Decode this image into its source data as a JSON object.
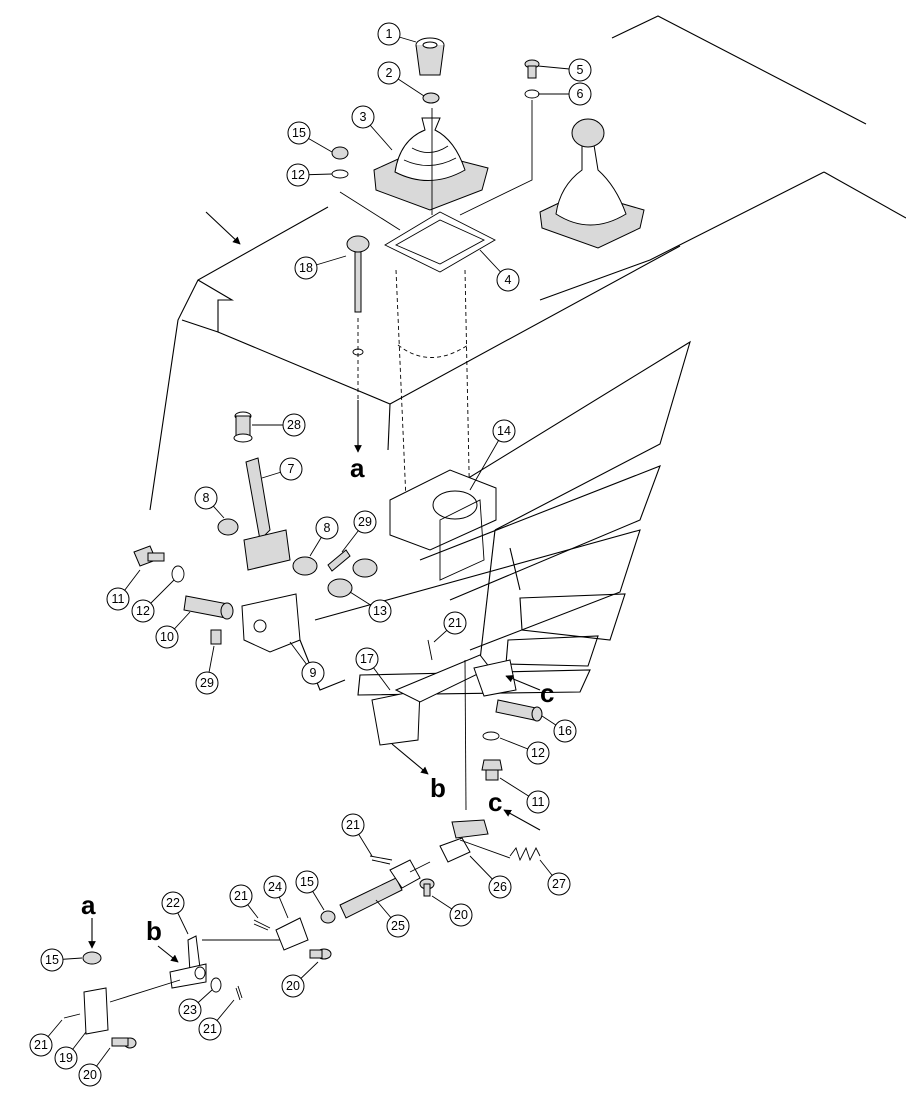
{
  "parts": [
    {
      "label": "1"
    },
    {
      "label": "2"
    },
    {
      "label": "3"
    },
    {
      "label": "4"
    },
    {
      "label": "5"
    },
    {
      "label": "6"
    },
    {
      "label": "7"
    },
    {
      "label": "8"
    },
    {
      "label": "8"
    },
    {
      "label": "9"
    },
    {
      "label": "10"
    },
    {
      "label": "11"
    },
    {
      "label": "11"
    },
    {
      "label": "12"
    },
    {
      "label": "12"
    },
    {
      "label": "12"
    },
    {
      "label": "13"
    },
    {
      "label": "14"
    },
    {
      "label": "15"
    },
    {
      "label": "15"
    },
    {
      "label": "15"
    },
    {
      "label": "16"
    },
    {
      "label": "17"
    },
    {
      "label": "18"
    },
    {
      "label": "19"
    },
    {
      "label": "20"
    },
    {
      "label": "20"
    },
    {
      "label": "20"
    },
    {
      "label": "21"
    },
    {
      "label": "21"
    },
    {
      "label": "21"
    },
    {
      "label": "21"
    },
    {
      "label": "21"
    },
    {
      "label": "22"
    },
    {
      "label": "23"
    },
    {
      "label": "24"
    },
    {
      "label": "25"
    },
    {
      "label": "26"
    },
    {
      "label": "27"
    },
    {
      "label": "28"
    },
    {
      "label": "29"
    },
    {
      "label": "29"
    }
  ],
  "refs": [
    {
      "label": "a"
    },
    {
      "label": "a"
    },
    {
      "label": "b"
    },
    {
      "label": "b"
    },
    {
      "label": "c"
    },
    {
      "label": "c"
    }
  ]
}
